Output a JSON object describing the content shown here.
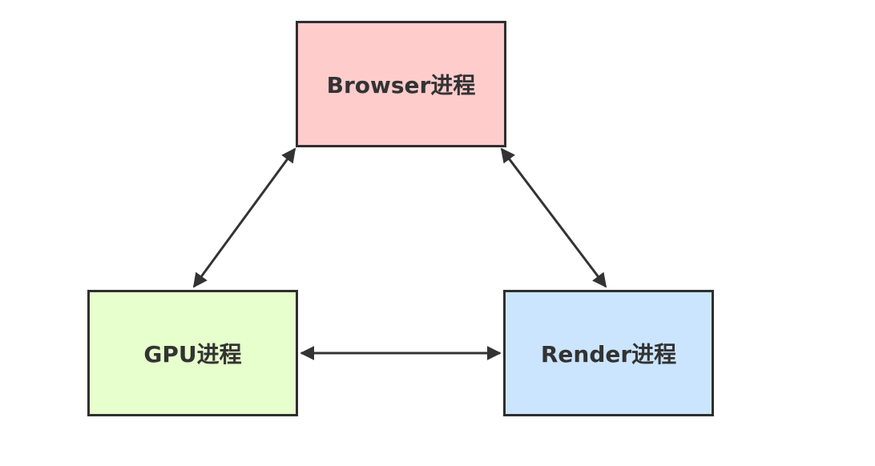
{
  "diagram": {
    "nodes": [
      {
        "id": "browser",
        "label": "Browser进程",
        "fill": "#ffcccc"
      },
      {
        "id": "gpu",
        "label": "GPU进程",
        "fill": "#e6ffcc"
      },
      {
        "id": "render",
        "label": "Render进程",
        "fill": "#cce5ff"
      }
    ],
    "edges": [
      {
        "from": "browser",
        "to": "gpu",
        "direction": "both"
      },
      {
        "from": "browser",
        "to": "render",
        "direction": "both"
      },
      {
        "from": "gpu",
        "to": "render",
        "direction": "both"
      }
    ],
    "edge_color": "#333333",
    "border_color": "#2f2f2f"
  }
}
